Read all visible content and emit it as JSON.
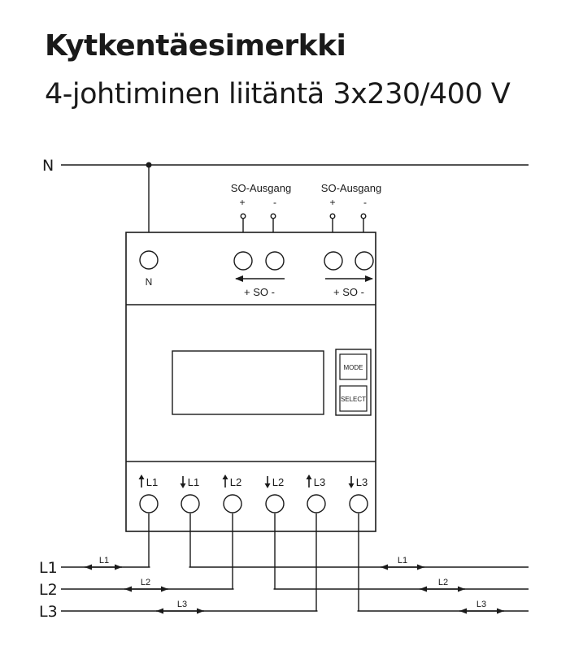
{
  "title": "Kytkentäesimerkki",
  "subtitle": "4-johtiminen liitäntä 3x230/400 V",
  "lines": {
    "n": "N",
    "l1": "L1",
    "l2": "L2",
    "l3": "L3"
  },
  "meter": {
    "n_terminal_label": "N",
    "so_outputs": [
      {
        "header": "SO-Ausgang",
        "plus": "+",
        "minus": "-",
        "label": "+ SO -"
      },
      {
        "header": "SO-Ausgang",
        "plus": "+",
        "minus": "-",
        "label": "+ SO -"
      }
    ],
    "buttons": {
      "mode": "MODE",
      "select": "SELECT"
    },
    "bottom_terminals": [
      "L1",
      "L1",
      "L2",
      "L2",
      "L3",
      "L3"
    ],
    "bottom_arrows": [
      "up",
      "down",
      "up",
      "down",
      "up",
      "down"
    ]
  },
  "wire_labels": {
    "left": [
      "L1",
      "L2",
      "L3"
    ],
    "right": [
      "L1",
      "L2",
      "L3"
    ]
  }
}
